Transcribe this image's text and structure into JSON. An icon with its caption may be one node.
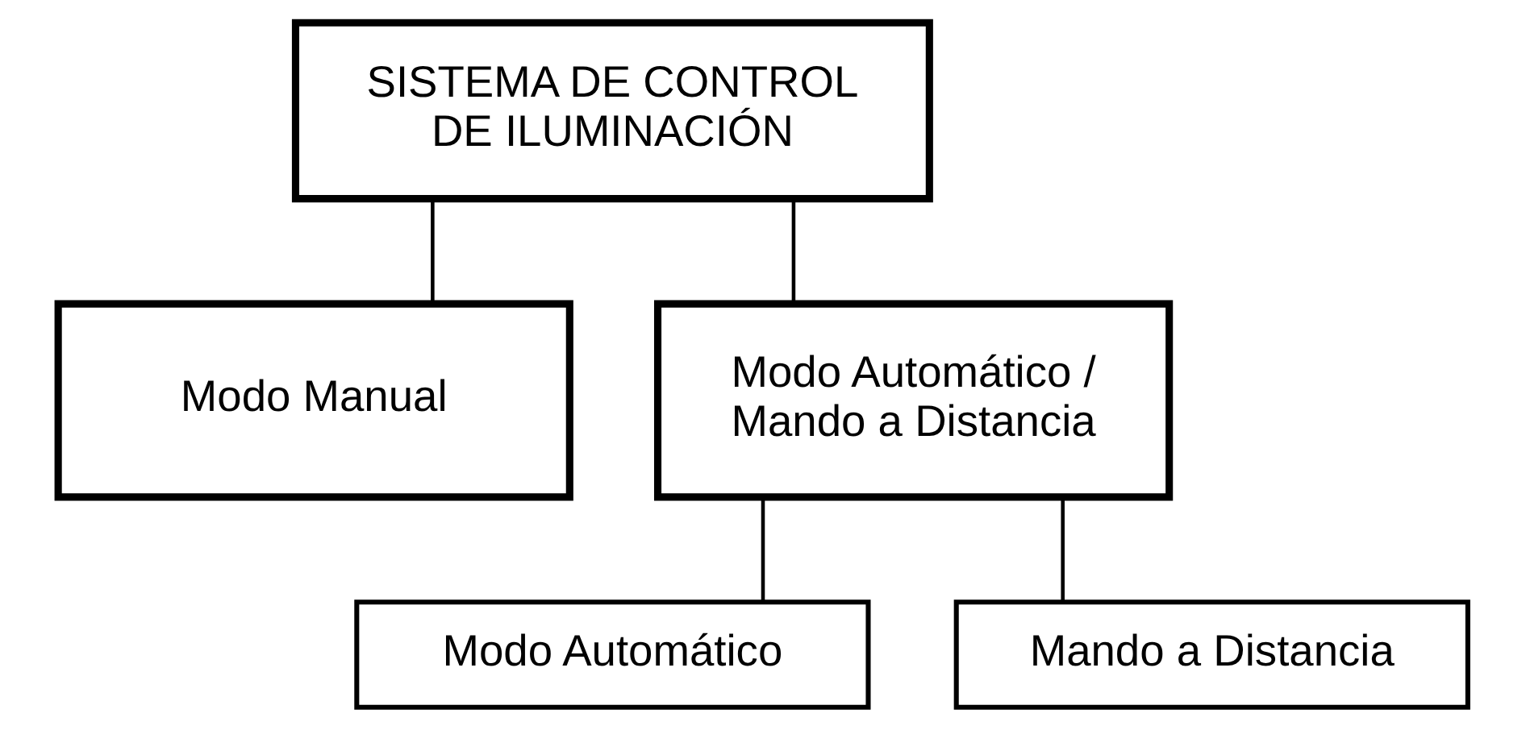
{
  "diagram": {
    "nodes": [
      {
        "text": [
          "SISTEMA DE CONTROL DE ILUMINACIÓN"
        ]
      },
      {
        "text": [
          "Modo Manual"
        ]
      },
      {
        "text": [
          "Modo Automático / Mando a Distancia"
        ]
      },
      {
        "text": [
          "Modo Automático"
        ]
      },
      {
        "text": [
          "Mando a Distancia"
        ]
      }
    ],
    "edges": [
      {
        "from": 0,
        "to": 1,
        "arrow": "none"
      },
      {
        "from": 0,
        "to": 2,
        "arrow": "none"
      },
      {
        "from": 2,
        "to": 3,
        "arrow": "none"
      },
      {
        "from": 2,
        "to": 4,
        "arrow": "none"
      }
    ]
  }
}
